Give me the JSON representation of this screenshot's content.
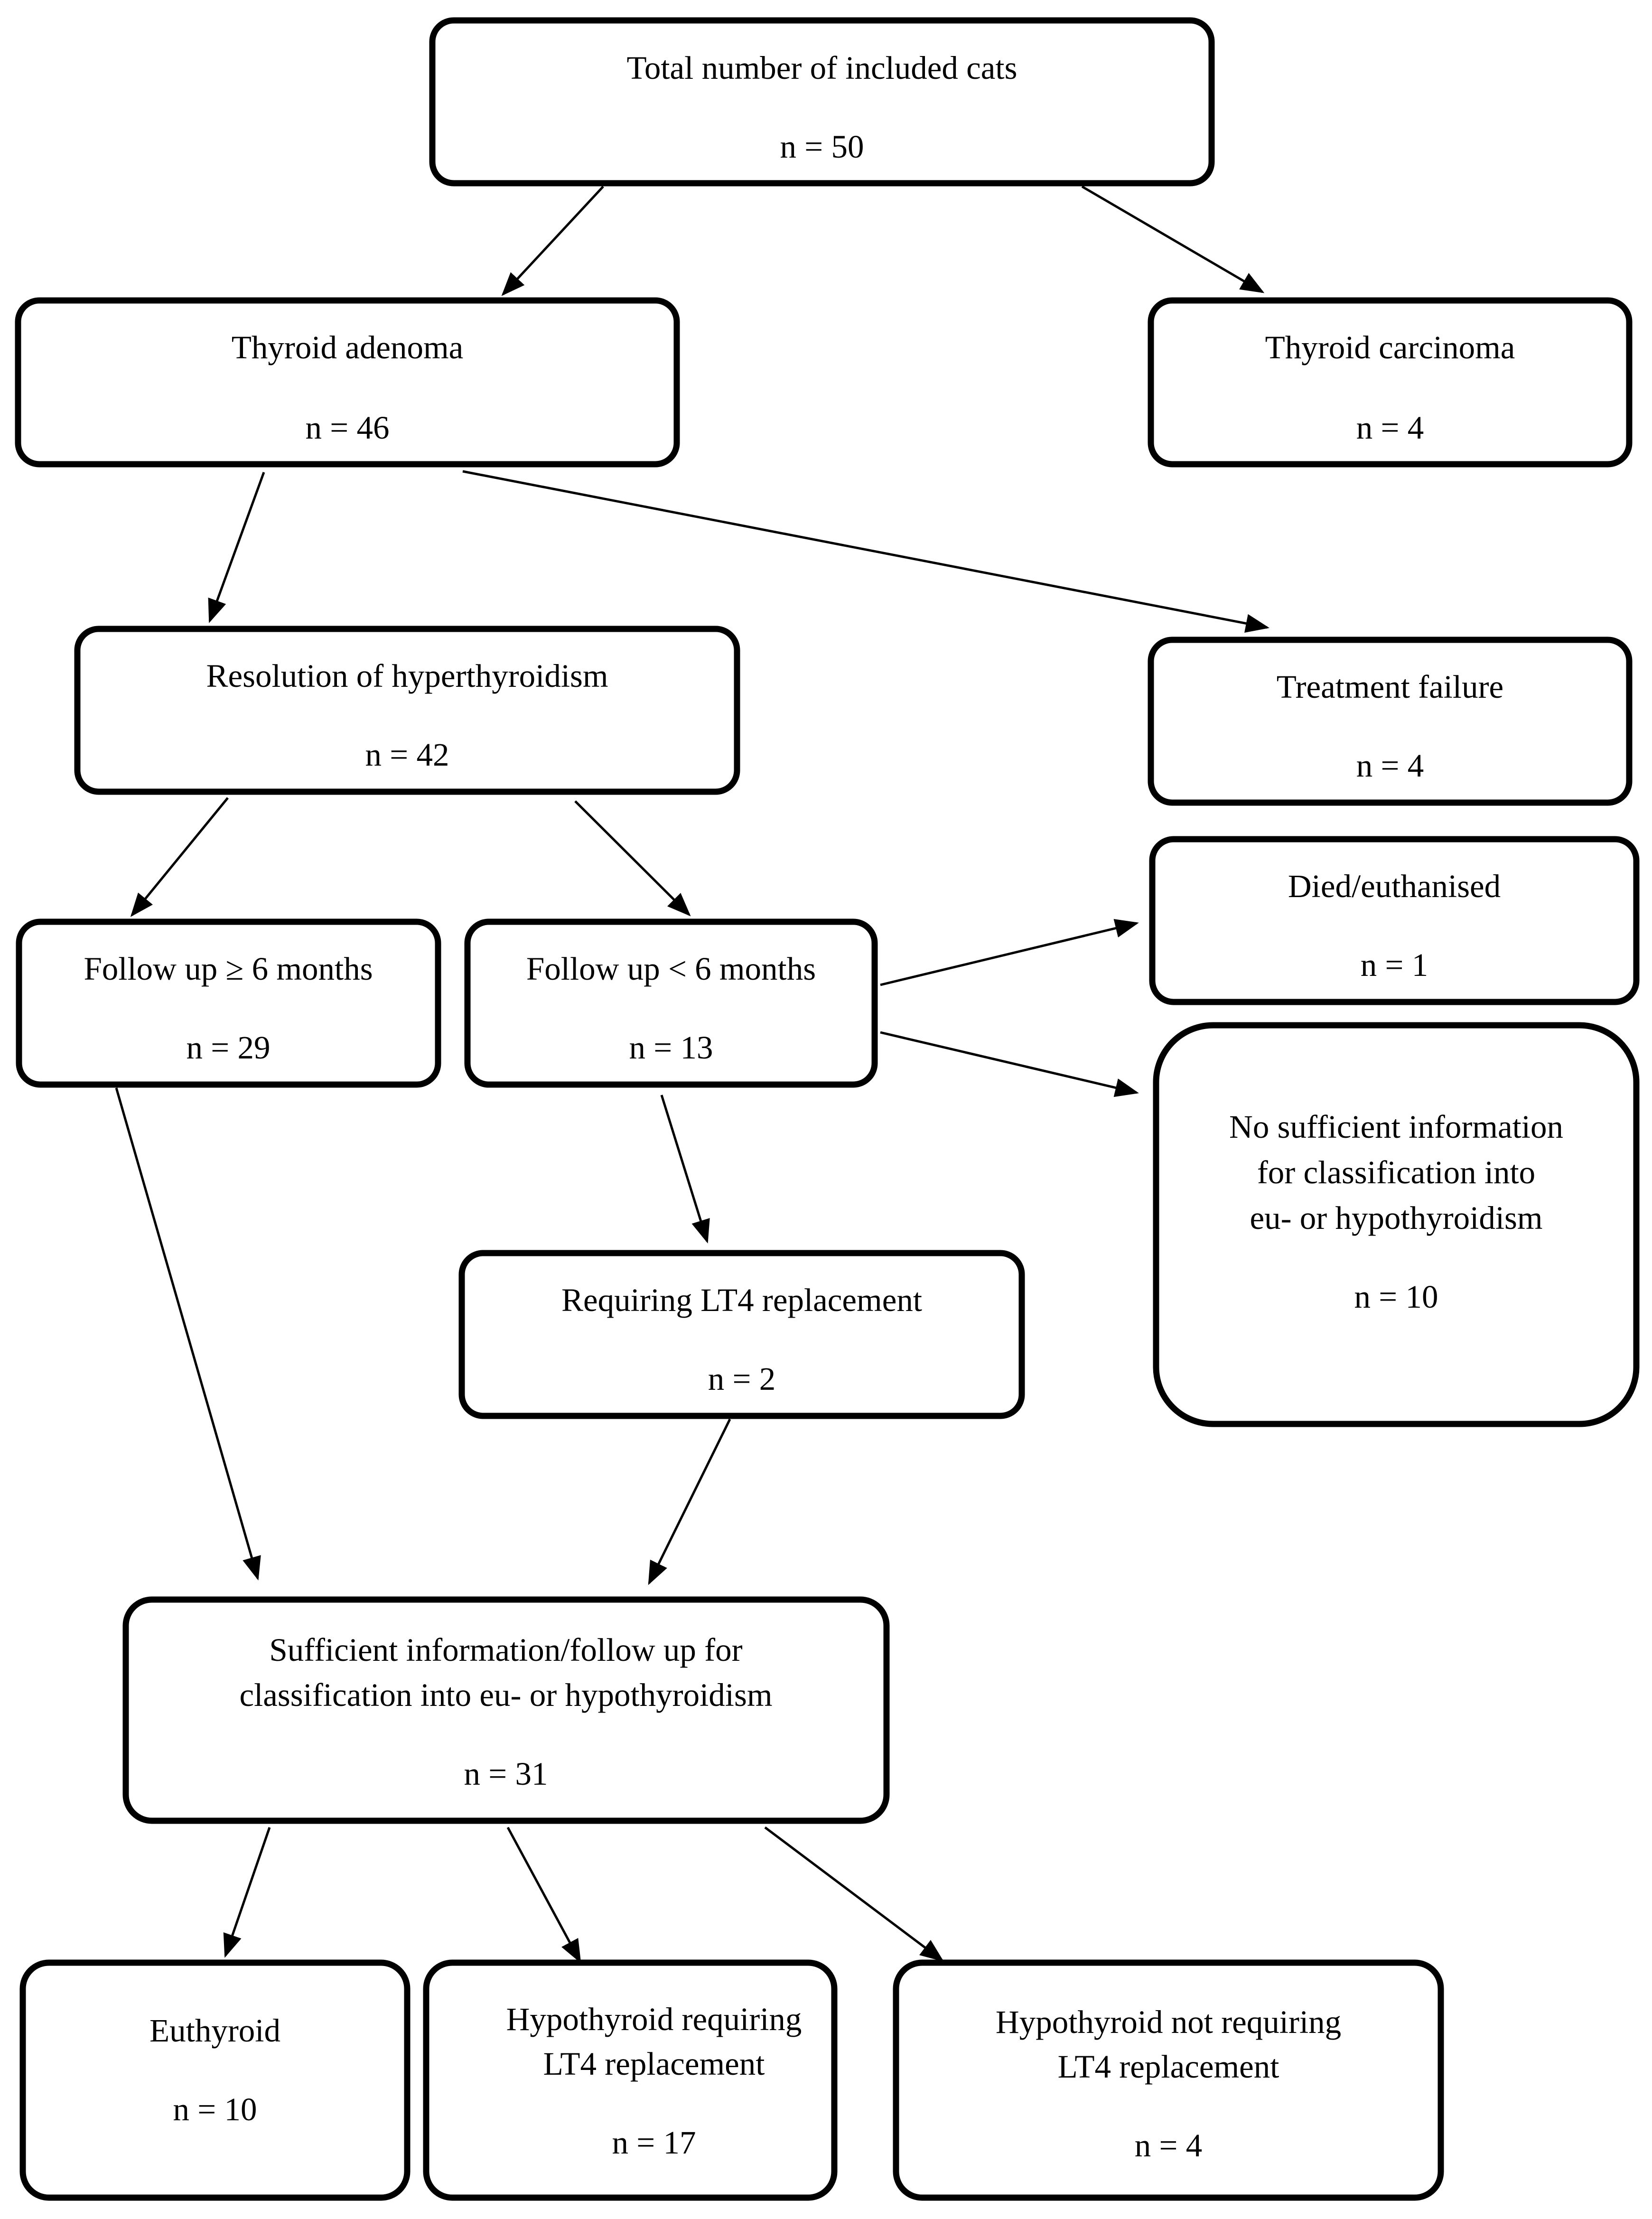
{
  "nodes": {
    "total": {
      "label": "Total number of included cats",
      "count": "n = 50"
    },
    "adenoma": {
      "label": "Thyroid adenoma",
      "count": "n = 46"
    },
    "carcinoma": {
      "label": "Thyroid carcinoma",
      "count": "n = 4"
    },
    "resolution": {
      "label": "Resolution of hyperthyroidism",
      "count": "n = 42"
    },
    "treatment_failure": {
      "label": "Treatment failure",
      "count": "n = 4"
    },
    "followup_long": {
      "label": "Follow up ≥ 6 months",
      "count": "n = 29"
    },
    "followup_short": {
      "label": "Follow up < 6 months",
      "count": "n = 13"
    },
    "died": {
      "label": "Died/euthanised",
      "count": "n = 1"
    },
    "insufficient": {
      "label_lines": [
        "No sufficient information",
        "for classification into",
        "eu- or hypothyroidism"
      ],
      "count": "n = 10"
    },
    "lt4": {
      "label": "Requiring LT4 replacement",
      "count": "n = 2"
    },
    "sufficient": {
      "label_lines": [
        "Sufficient information/follow up for",
        "classification into eu- or hypothyroidism"
      ],
      "count": "n = 31"
    },
    "euthyroid": {
      "label": "Euthyroid",
      "count": "n = 10"
    },
    "hypo_requiring": {
      "label_lines": [
        "Hypothyroid requiring",
        "LT4 replacement"
      ],
      "count": "n = 17"
    },
    "hypo_not_requiring": {
      "label_lines": [
        "Hypothyroid not requiring",
        "LT4 replacement"
      ],
      "count": "n = 4"
    }
  },
  "edges": [
    {
      "from": "total",
      "to": "adenoma"
    },
    {
      "from": "total",
      "to": "carcinoma"
    },
    {
      "from": "adenoma",
      "to": "resolution"
    },
    {
      "from": "adenoma",
      "to": "treatment_failure"
    },
    {
      "from": "resolution",
      "to": "followup_long"
    },
    {
      "from": "resolution",
      "to": "followup_short"
    },
    {
      "from": "followup_short",
      "to": "died"
    },
    {
      "from": "followup_short",
      "to": "insufficient"
    },
    {
      "from": "followup_short",
      "to": "lt4"
    },
    {
      "from": "followup_long",
      "to": "sufficient"
    },
    {
      "from": "lt4",
      "to": "sufficient"
    },
    {
      "from": "sufficient",
      "to": "euthyroid"
    },
    {
      "from": "sufficient",
      "to": "hypo_requiring"
    },
    {
      "from": "sufficient",
      "to": "hypo_not_requiring"
    }
  ]
}
